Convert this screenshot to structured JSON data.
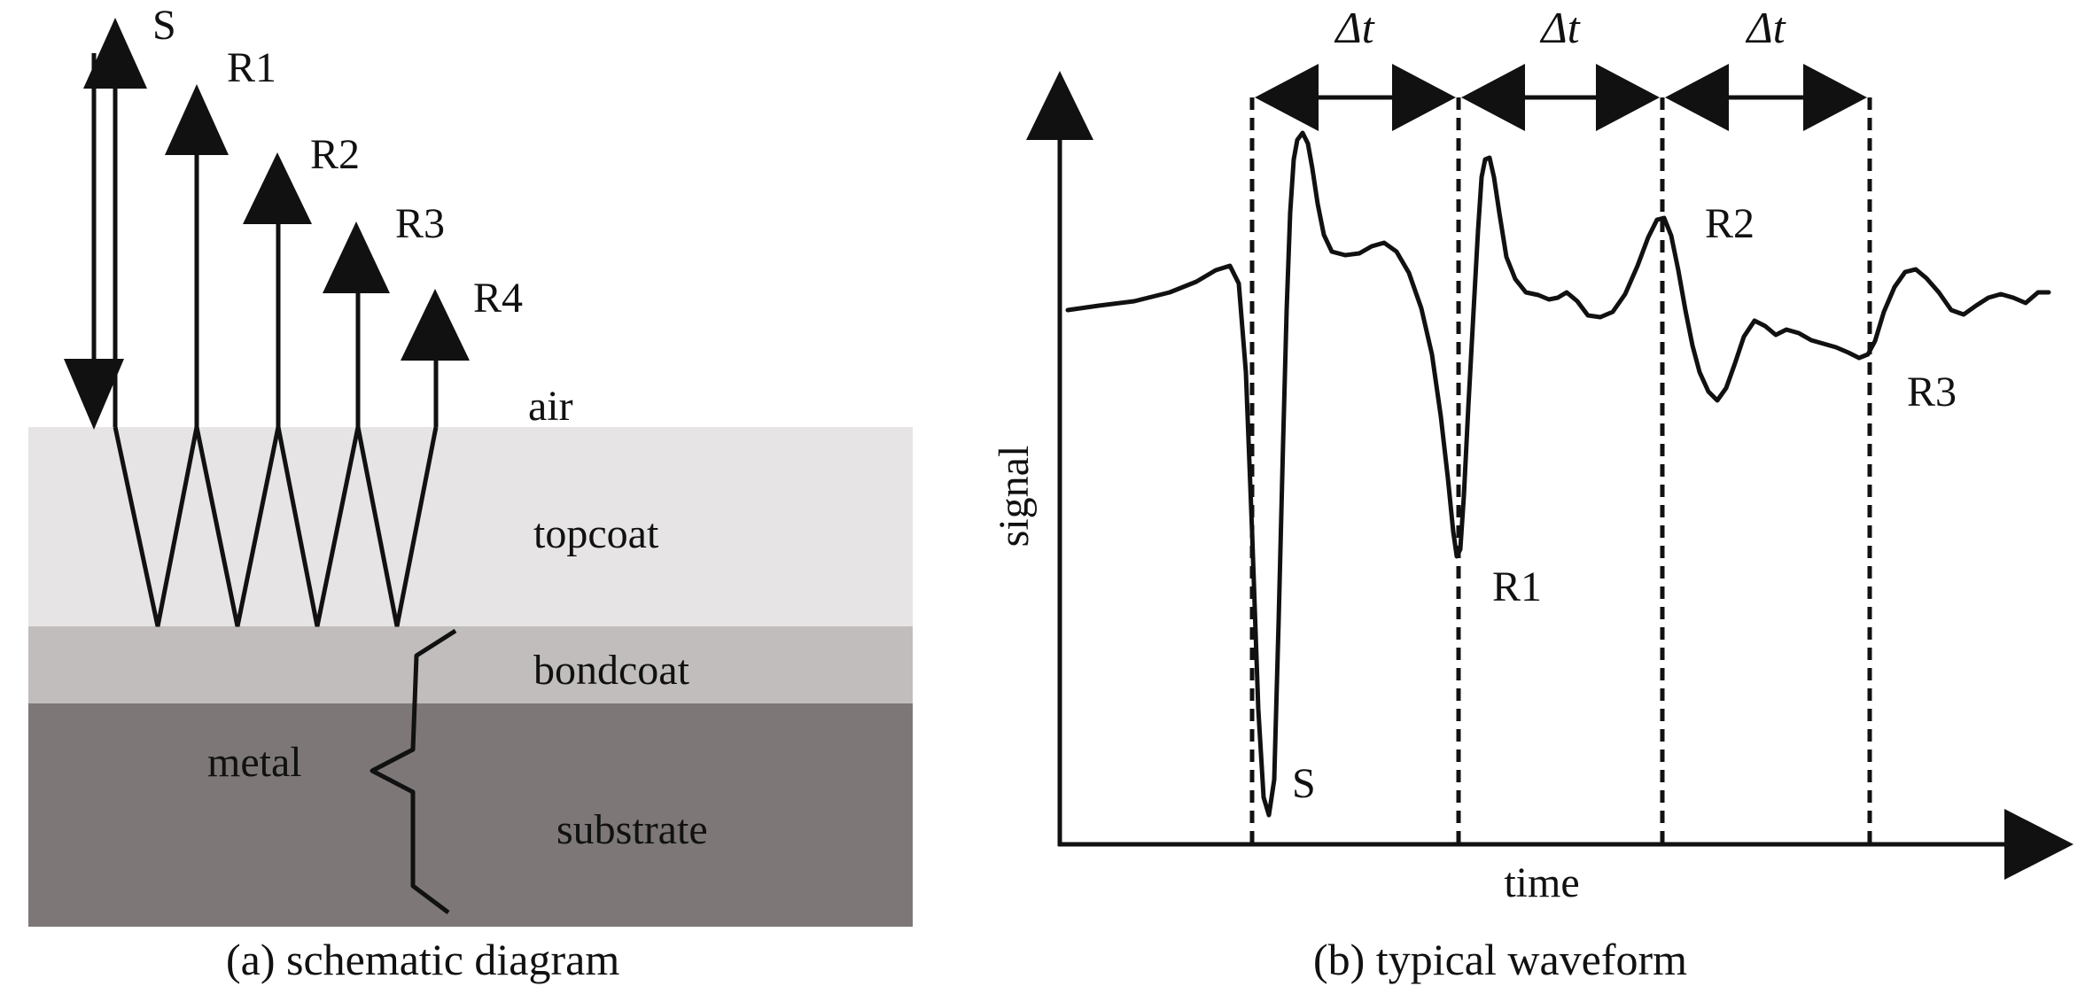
{
  "panel_a": {
    "caption": "(a) schematic diagram",
    "beam_labels": [
      "S",
      "R1",
      "R2",
      "R3",
      "R4"
    ],
    "layers": {
      "air": "air",
      "topcoat": "topcoat",
      "bondcoat": "bondcoat",
      "substrate": "substrate"
    },
    "brace_label": "metal",
    "colors": {
      "topcoat": "#e6e4e4",
      "bondcoat": "#c1bdbd",
      "substrate": "#7d7777",
      "ink": "#111111"
    }
  },
  "panel_b": {
    "caption": "(b) typical waveform",
    "y_axis_label": "signal",
    "x_axis_label": "time",
    "interval_label": "Δt",
    "peak_labels": {
      "s": "S",
      "r1": "R1",
      "r2": "R2",
      "r3": "R3"
    }
  }
}
